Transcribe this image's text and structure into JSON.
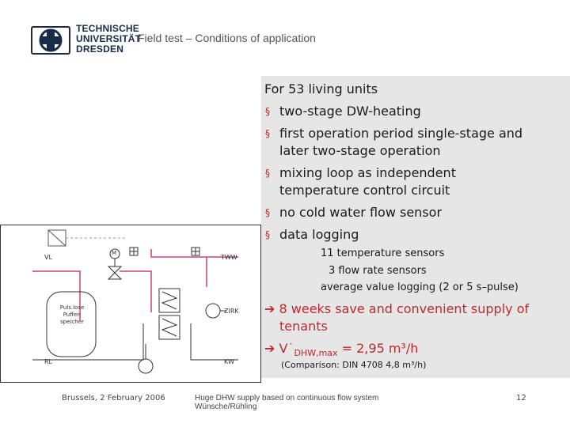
{
  "header": {
    "logo_lines": [
      "TECHNISCHE",
      "UNIVERSITÄT",
      "DRESDEN"
    ],
    "title": "Field test – Conditions of application"
  },
  "content": {
    "intro": "For 53 living units",
    "bullets": [
      "two-stage DW-heating",
      "first operation period single-stage and",
      "later two-stage operation",
      "mixing loop as independent",
      "temperature control circuit",
      "no cold water flow sensor",
      "data logging"
    ],
    "sub_items": [
      "11 temperature sensors",
      "3 flow rate sensors",
      "average value logging (2 or 5 s–pulse)"
    ],
    "result_1_line1": "8 weeks save and convenient supply of",
    "result_1_line2": "tenants",
    "result_2_prefix": "V˙",
    "result_2_sub": "DHW,max",
    "result_2_suffix": " = 2,95 m³/h",
    "comparison": "(Comparison: DIN 4708 4,8 m³/h)"
  },
  "diagram": {
    "labels": {
      "vl": "VL",
      "rl": "RL",
      "tww": "TWW",
      "kw": "KW",
      "zirk": "ZIRK",
      "m": "M",
      "tank_lines": [
        "Puls.lose",
        "Puffer-",
        "speicher"
      ]
    }
  },
  "footer": {
    "date": "Brussels, 2 February 2006",
    "line1": "Huge DHW supply based on continuous flow system",
    "line2": "Wünsche/Rühling",
    "page": "12"
  },
  "colors": {
    "accent": "#c0282c",
    "panel": "#e6e6e6",
    "pipe": "#c94080"
  }
}
